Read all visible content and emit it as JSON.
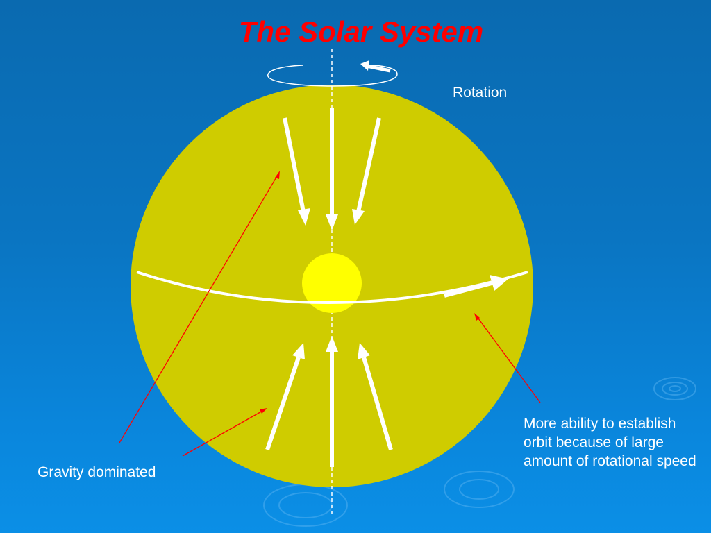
{
  "slide": {
    "title": "The Solar System",
    "rotation_label": "Rotation",
    "gravity_label": "Gravity dominated",
    "orbit_label": "More ability to establish orbit because of large amount of rotational speed"
  },
  "colors": {
    "background": "#0a75c2",
    "cloud": "#cfcc00",
    "sun": "#ffff00",
    "title": "#ff0000",
    "pointer_lines": "#ff0000",
    "arrows": "#ffffff"
  }
}
